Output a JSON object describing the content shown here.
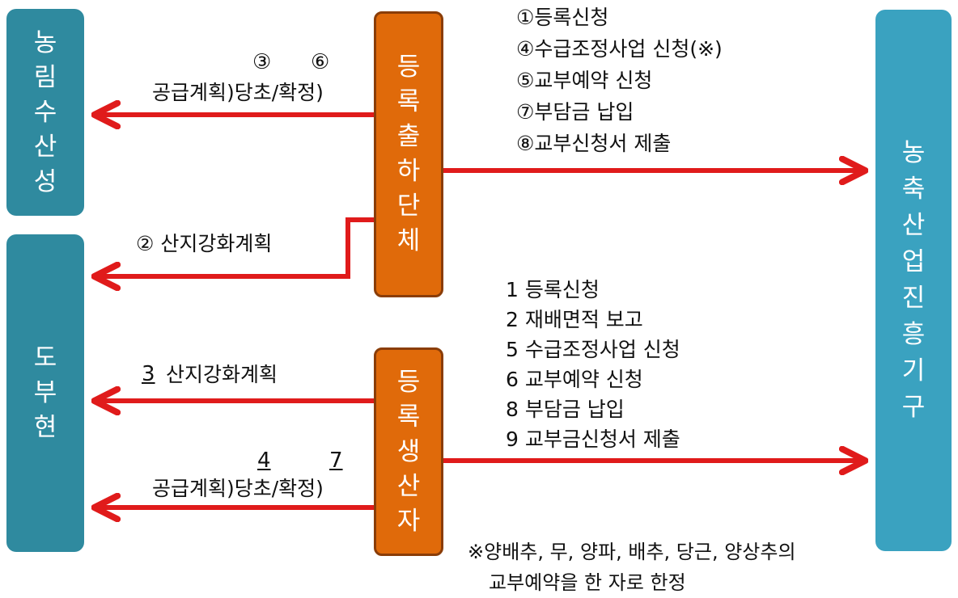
{
  "boxes": {
    "ministry": [
      "농",
      "림",
      "수",
      "산",
      "성"
    ],
    "prefecture": [
      "도",
      "부",
      "현"
    ],
    "agency": [
      "농",
      "축",
      "산",
      "업",
      "진",
      "흥",
      "기",
      "구"
    ],
    "shipper": [
      "등",
      "록",
      "출",
      "하",
      "단",
      "체"
    ],
    "producer": [
      "등",
      "록",
      "생",
      "산",
      "자"
    ]
  },
  "labels": {
    "shipper_to_ministry_nums": [
      "③",
      "⑥"
    ],
    "shipper_to_ministry_text": "공급계획)당초/확정)",
    "shipper_to_pref": "②  산지강화계획",
    "producer_to_pref_num": "3",
    "producer_to_pref_text": "산지강화계획",
    "producer_to_pref2_nums": [
      "4",
      "7"
    ],
    "producer_to_pref2_text": "공급계획)당초/확정)"
  },
  "shipper_steps": [
    "①등록신청",
    "④수급조정사업 신청(※)",
    "⑤교부예약 신청",
    "⑦부담금 납입",
    "⑧교부신청서 제출"
  ],
  "producer_steps": [
    "1 등록신청",
    "2 재배면적 보고",
    "5 수급조정사업 신청",
    "6 교부예약 신청",
    "8 부담금 납입",
    "9 교부금신청서 제출"
  ],
  "note": [
    "※양배추, 무, 양파, 배추, 당근, 양상추의",
    "교부예약을 한 자로 한정"
  ],
  "colors": {
    "arrow": "#e01b1b",
    "teal": "#2f8a9f",
    "teal_light": "#3aa2c0",
    "orange": "#e06a0a"
  }
}
